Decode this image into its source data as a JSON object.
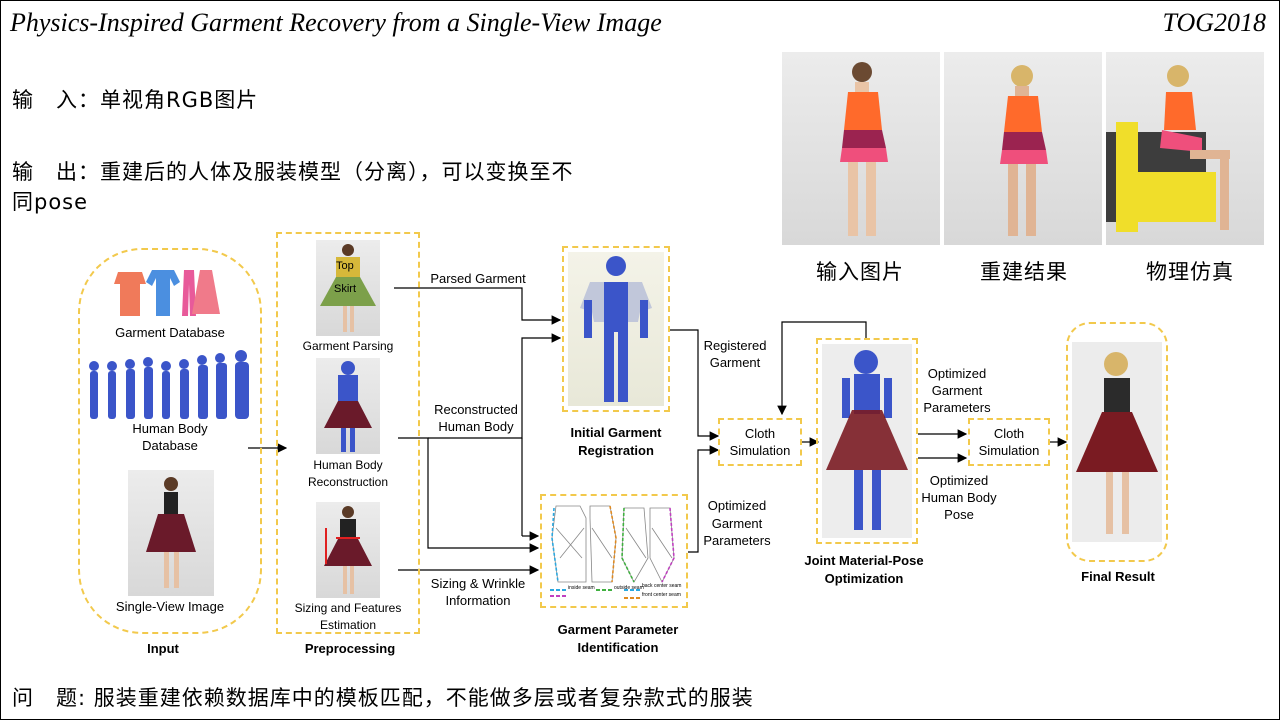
{
  "slide": {
    "title": "Physics-Inspired Garment Recovery from a Single-View Image",
    "venue": "TOG2018",
    "input_line": "输　入：单视角RGB图片",
    "output_line1": "输　出：重建后的人体及服装模型（分离），可以变换至不",
    "output_line2": "同pose",
    "problem_line": "问　题: 服装重建依赖数据库中的模板匹配，不能做多层或者复杂款式的服装"
  },
  "photos": {
    "labels": [
      "输入图片",
      "重建结果",
      "物理仿真"
    ]
  },
  "colors": {
    "dash": "#f2c94c",
    "body_blue": "#3b55c9",
    "skirt_red": "#7a1b22",
    "dress_orange": "#ff6a2b",
    "dress_pink": "#ef4f7c"
  },
  "diagram": {
    "input": {
      "garment_db": "Garment Database",
      "body_db_1": "Human Body",
      "body_db_2": "Database",
      "single_view": "Single-View Image",
      "caption": "Input"
    },
    "preprocessing": {
      "parsing": "Garment Parsing",
      "top_tag": "Top",
      "skirt_tag": "Skirt",
      "body_recon_1": "Human Body",
      "body_recon_2": "Reconstruction",
      "sizing_1": "Sizing and Features",
      "sizing_2": "Estimation",
      "caption": "Preprocessing"
    },
    "arrows": {
      "parsed_garment": "Parsed Garment",
      "recon_body_1": "Reconstructed",
      "recon_body_2": "Human Body",
      "sizing_wrinkle_1": "Sizing & Wrinkle",
      "sizing_wrinkle_2": "Information",
      "registered_1": "Registered",
      "registered_2": "Garment",
      "opt_params_1": "Optimized",
      "opt_params_2": "Garment",
      "opt_params_3": "Parameters",
      "opt_garment_1": "Optimized",
      "opt_garment_2": "Garment",
      "opt_garment_3": "Parameters",
      "opt_pose_1": "Optimized",
      "opt_pose_2": "Human Body",
      "opt_pose_3": "Pose"
    },
    "registration": {
      "caption_1": "Initial Garment",
      "caption_2": "Registration"
    },
    "param_id": {
      "caption_1": "Garment Parameter",
      "caption_2": "Identification",
      "legend_inside": "inside seam",
      "legend_outside": "outside seam",
      "legend_back": "back center seam",
      "legend_front": "front center seam"
    },
    "cloth_sim_1": {
      "l1": "Cloth",
      "l2": "Simulation"
    },
    "cloth_sim_2": {
      "l1": "Cloth",
      "l2": "Simulation"
    },
    "joint": {
      "caption_1": "Joint Material-Pose",
      "caption_2": "Optimization"
    },
    "final": {
      "caption": "Final Result"
    }
  }
}
